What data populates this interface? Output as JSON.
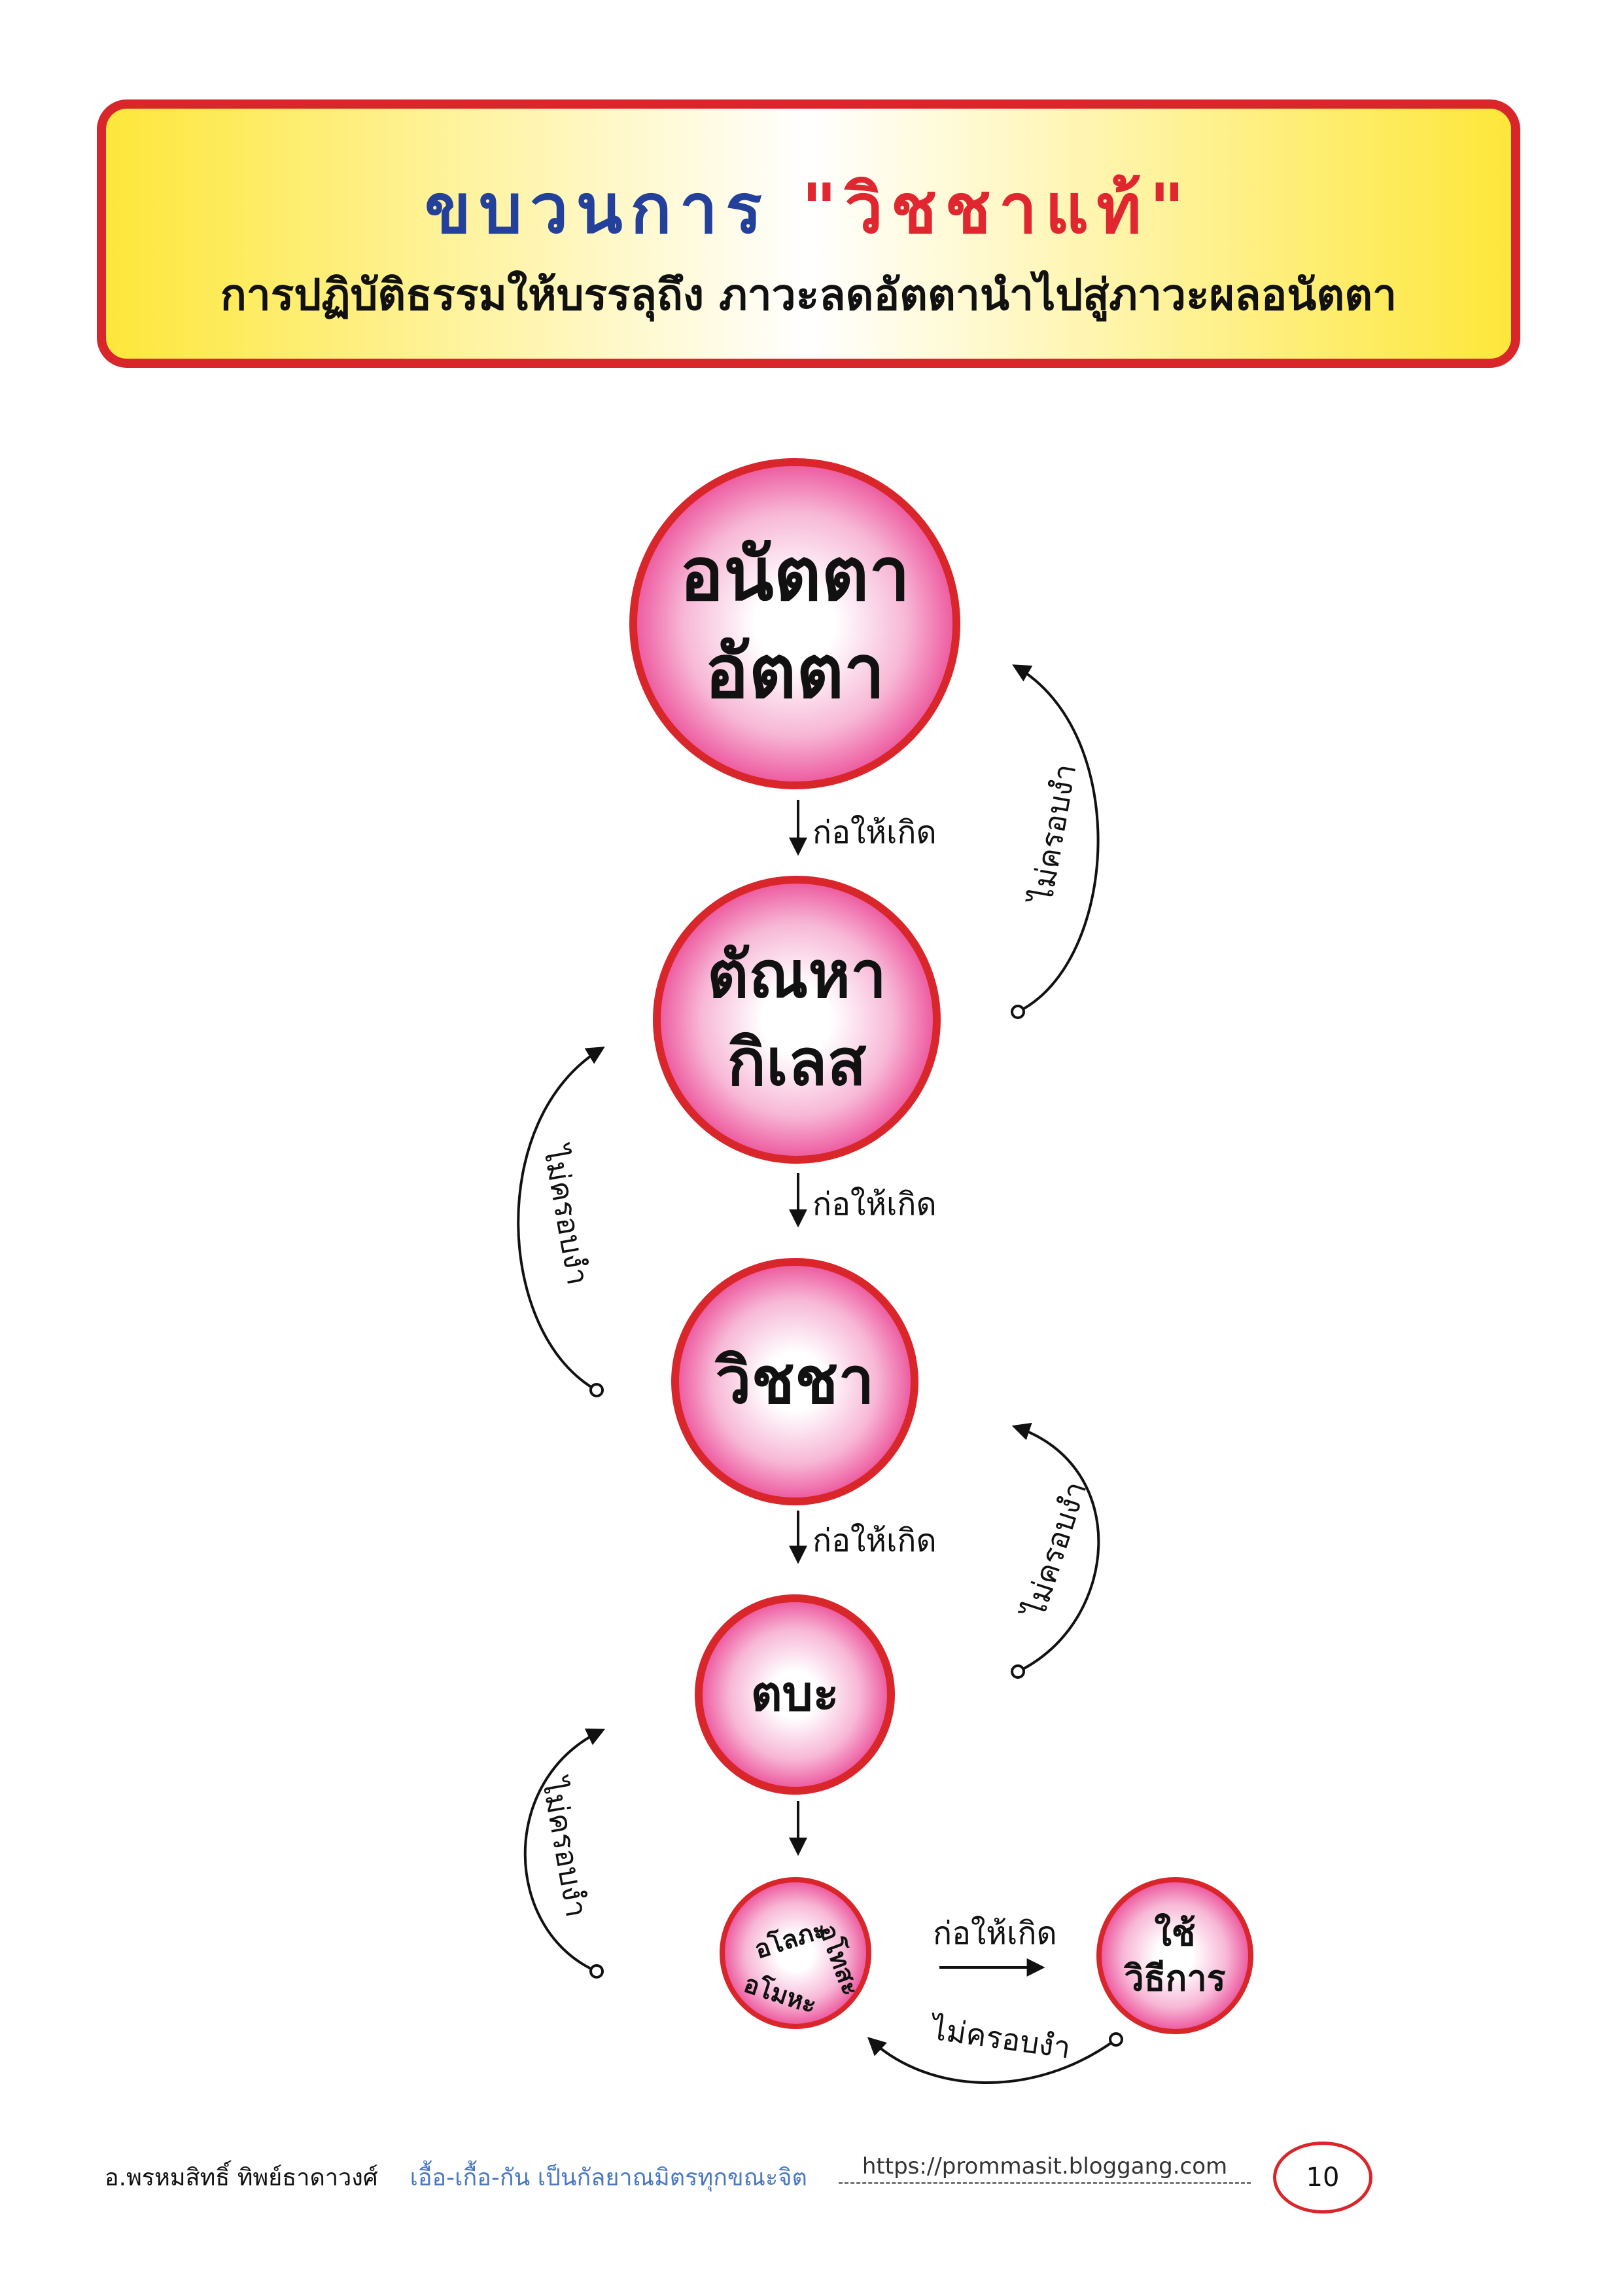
{
  "header": {
    "title_main": "ขบวนการ",
    "title_accent": "\"วิชชาแท้\"",
    "subtitle": "การปฏิบัติธรรมให้บรรลุถึง ภาวะลดอัตตานำไปสู่ภาวะผลอนัตตา"
  },
  "nodes": {
    "anatta": {
      "line1": "อนัตตา",
      "line2": "อัตตา"
    },
    "tanha": {
      "line1": "ตัณหา",
      "line2": "กิเลส"
    },
    "vijja": {
      "line1": "วิชชา"
    },
    "tapa": {
      "line1": "ตบะ"
    },
    "virtues": {
      "alobha": "อโลภะ",
      "adosa": "อโทสะ",
      "amoha": "อโมหะ"
    },
    "method": {
      "line1": "ใช้",
      "line2": "วิธีการ"
    }
  },
  "edges": {
    "causes_label": "ก่อให้เกิด",
    "return_label": "ไม่ครอบงำ"
  },
  "colors": {
    "border_red": "#d8262b",
    "title_blue": "#23419a",
    "accent_red": "#e0262e",
    "circle_pink": "#ea3f8f",
    "footer_blue": "#4a78c4"
  },
  "footer": {
    "author": "อ.พรหมสิทธิ์ ทิพย์ธาดาวงศ์",
    "motto": "เอื้อ-เกื้อ-กัน เป็นกัลยาณมิตรทุกขณะจิต",
    "url": "https://prommasit.bloggang.com",
    "page_number": "10"
  }
}
